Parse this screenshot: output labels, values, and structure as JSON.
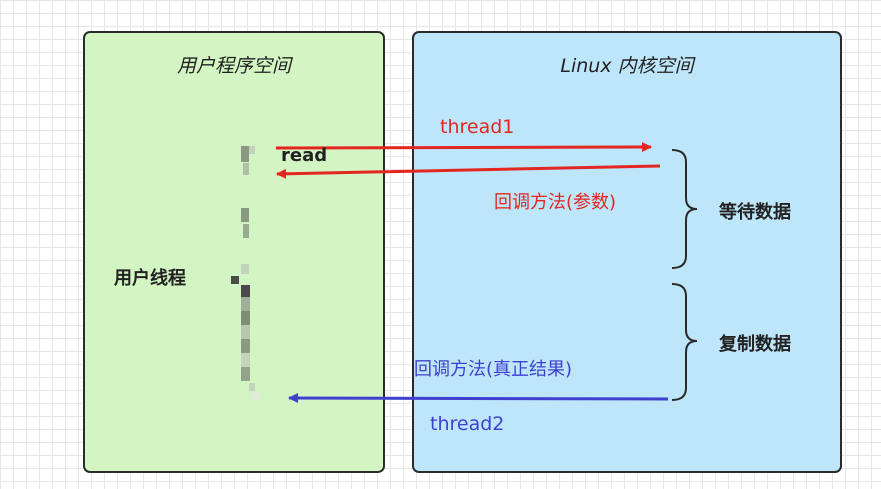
{
  "user_space": {
    "title": "用户程序空间",
    "thread_label": "用户线程"
  },
  "kernel_space": {
    "title": "Linux 内核空间"
  },
  "call": {
    "read_label": "read",
    "thread1_label": "thread1"
  },
  "callback1": {
    "label": "回调方法(参数)"
  },
  "wait_phase": {
    "label": "等待数据"
  },
  "copy_phase": {
    "label": "复制数据"
  },
  "callback2": {
    "label": "回调方法(真正结果)",
    "thread2_label": "thread2"
  },
  "colors": {
    "user_space_fill": "#d3f5c3",
    "kernel_space_fill": "#bde6fb",
    "red_arrow": "#e3261f",
    "blue_arrow": "#4040d0",
    "border": "#2b2b2b"
  }
}
